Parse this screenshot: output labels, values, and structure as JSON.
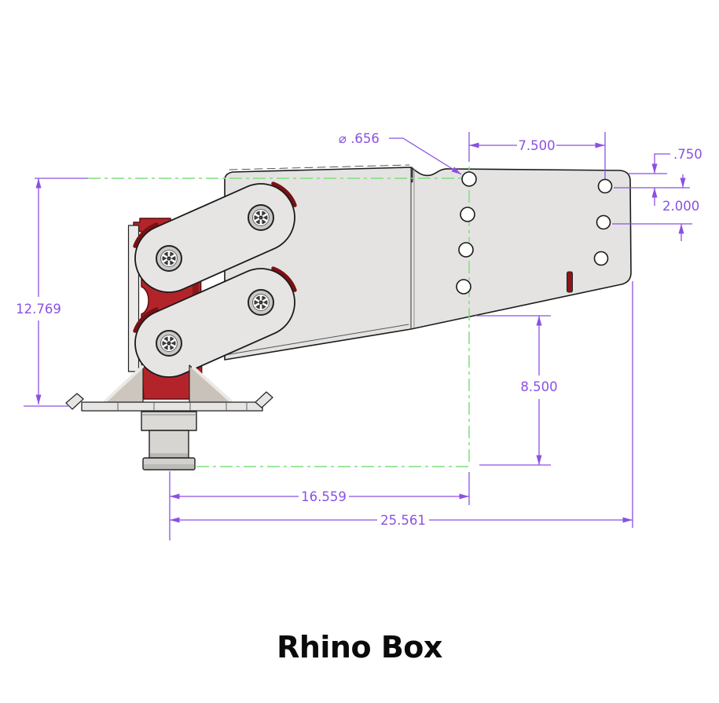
{
  "title": "Rhino Box",
  "drawing": {
    "name": "rhino-box-assembly",
    "dimensions": {
      "hole_diameter": "⌀ .656",
      "hole_column_offset": "7.500",
      "top_edge_to_hole": ".750",
      "hole_spacing": "2.000",
      "overall_height": "12.769",
      "plate_bottom_to_centerline": "8.500",
      "kingpin_to_hole_column": "16.559",
      "overall_length": "25.561"
    },
    "colors": {
      "dimension": "#8B50E3",
      "centerline": "#7EDE7E",
      "part_red": "#B3242A",
      "part_red_dark": "#7A1013",
      "plate_gray": "#E4E3E1",
      "outline": "#1B1B1B"
    }
  }
}
